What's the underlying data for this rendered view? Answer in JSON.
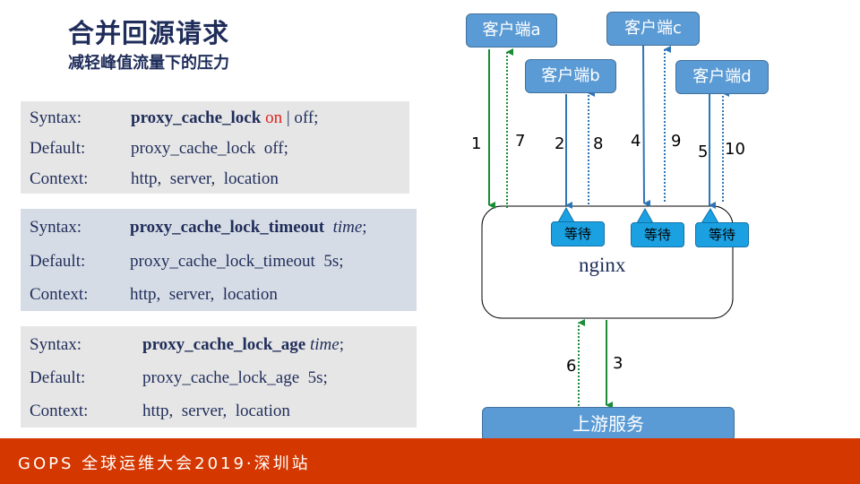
{
  "header": {
    "title": "合并回源请求",
    "subtitle": "减轻峰值流量下的压力"
  },
  "directives": [
    {
      "syntax_label": "Syntax:",
      "syntax_name": "proxy_cache_lock",
      "syntax_on": "on",
      "syntax_rest": " | off;",
      "default_label": "Default:",
      "default_value": "proxy_cache_lock  off;",
      "context_label": "Context:",
      "context_value": "http,  server,  location"
    },
    {
      "syntax_label": "Syntax:",
      "syntax_name": "proxy_cache_lock_timeout",
      "syntax_param": "time",
      "syntax_end": ";",
      "default_label": "Default:",
      "default_value": "proxy_cache_lock_timeout  5s;",
      "context_label": "Context:",
      "context_value": "http,  server,  location"
    },
    {
      "syntax_label": "Syntax:",
      "syntax_name": "proxy_cache_lock_age",
      "syntax_param": "time",
      "syntax_end": ";",
      "default_label": "Default:",
      "default_value": "proxy_cache_lock_age  5s;",
      "context_label": "Context:",
      "context_value": "http,  server,  location"
    }
  ],
  "diagram": {
    "clients": [
      "客户端a",
      "客户端b",
      "客户端c",
      "客户端d"
    ],
    "wait_label": "等待",
    "nginx_label": "nginx",
    "upstream_label": "上游服务",
    "step_numbers": [
      "1",
      "2",
      "3",
      "4",
      "5",
      "6",
      "7",
      "8",
      "9",
      "10"
    ],
    "colors": {
      "green_arrow": "#1a8c35",
      "blue_arrow": "#2e75b6",
      "client_fill": "#5b9bd5",
      "wait_fill": "#1ba1e2"
    }
  },
  "footer": {
    "text": "GOPS 全球运维大会2019·深圳站",
    "color": "#d43800"
  }
}
